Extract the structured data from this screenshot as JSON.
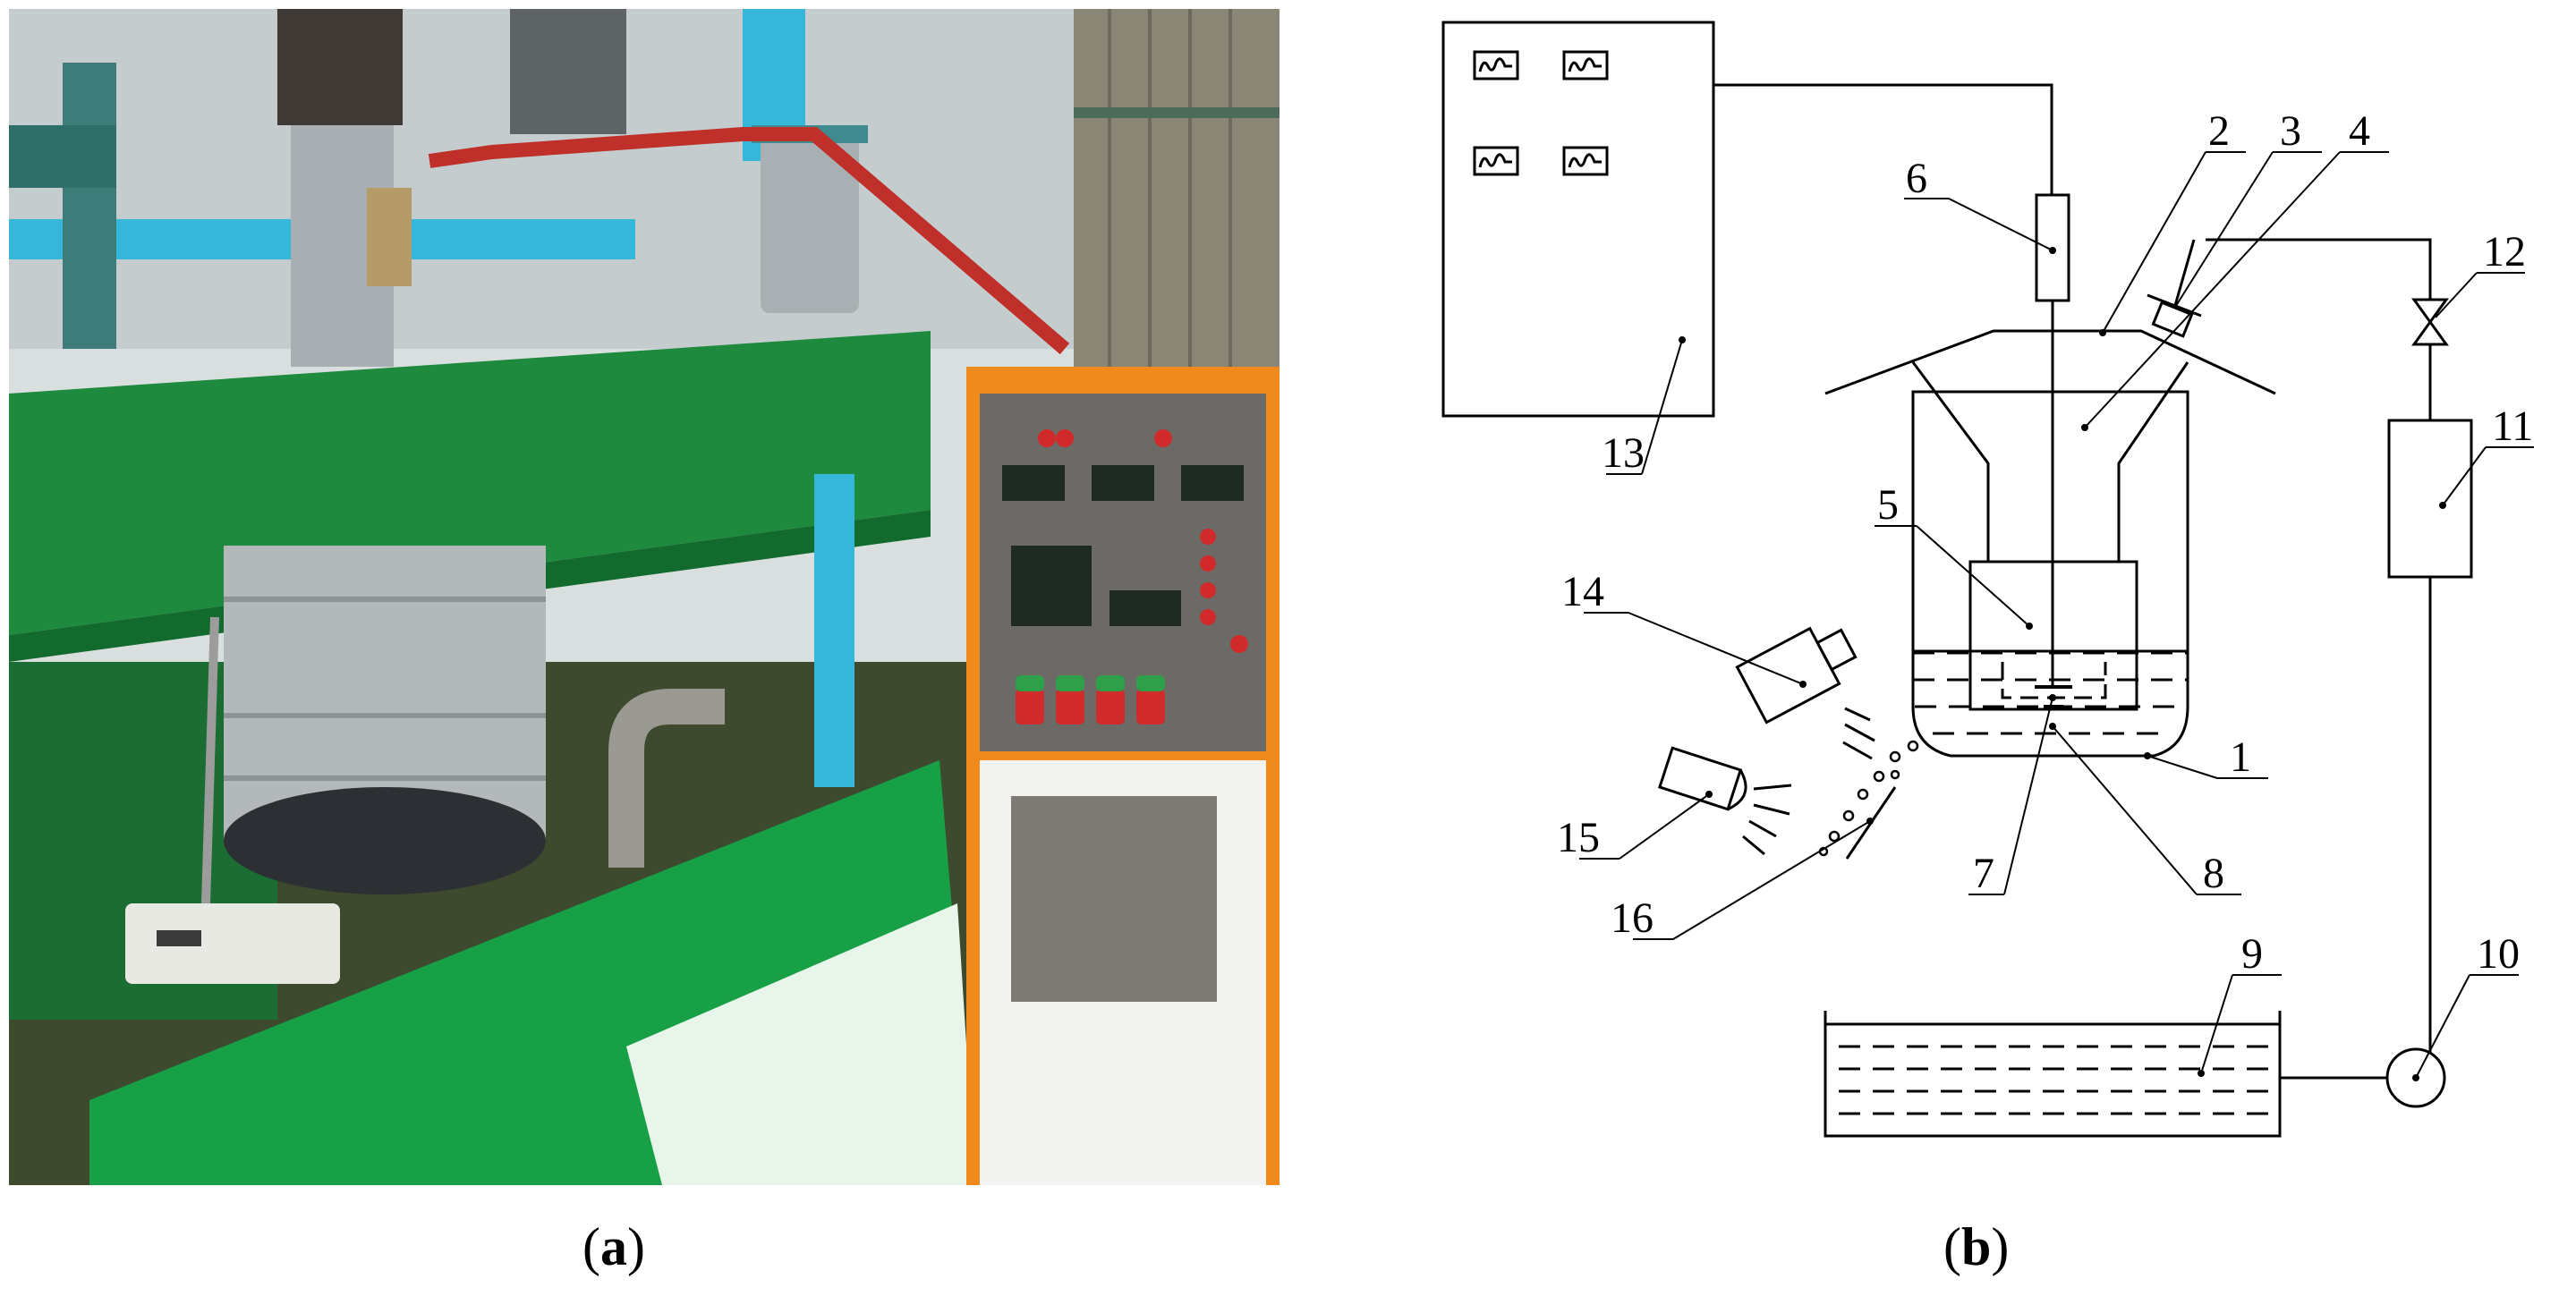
{
  "panel_a": {
    "caption_letter": "a",
    "photo_description_icon": "equipment-photo-icon"
  },
  "panel_b": {
    "caption_letter": "b",
    "labels": [
      "1",
      "2",
      "3",
      "4",
      "5",
      "6",
      "7",
      "8",
      "9",
      "10",
      "11",
      "12",
      "13",
      "14",
      "15",
      "16"
    ]
  },
  "colors": {
    "line": "#000000",
    "cabinet_orange": "#f08a1c",
    "machine_green": "#1a8a3c",
    "pipe_cyan": "#36b6d8",
    "pipe_red": "#c0302a",
    "steel": "#a8aeb2"
  }
}
